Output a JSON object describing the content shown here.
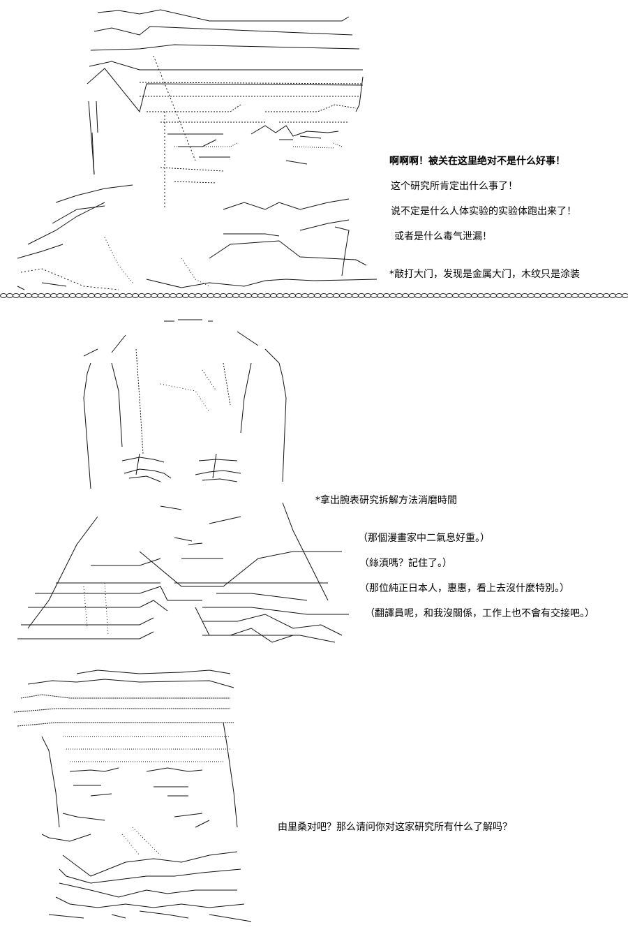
{
  "panel1": {
    "lines": [
      "啊啊啊！被关在这里绝对不是什么好事！",
      "这个研究所肯定出什么事了！",
      "说不定是什么人体实验的实验体跑出来了！",
      "或者是什么毒气泄漏！",
      "*敲打大门，发现是金属大门，木纹只是涂装"
    ]
  },
  "panel2": {
    "lines": [
      "*拿出腕表研究拆解方法消磨時間",
      "（那個漫畫家中二氣息好重。）",
      "（絲湏嗎？記住了。）",
      "（那位純正日本人，惠惠，看上去沒什麼特別。）",
      "（翻譯員呢，和我沒關係，工作上也不會有交接吧。）"
    ]
  },
  "panel3": {
    "lines": [
      "由里桑对吧？那么请问你对这家研究所有什么了解吗？"
    ]
  }
}
